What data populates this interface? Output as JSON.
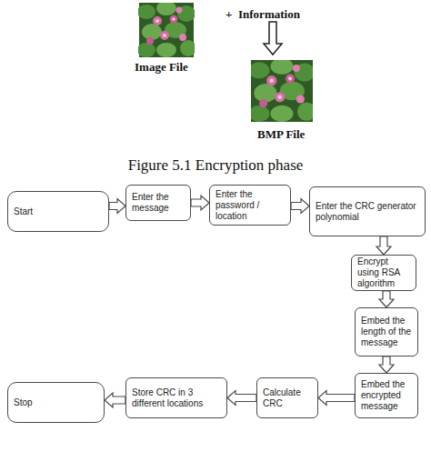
{
  "diagram": {
    "caption": "Figure 5.1 Encryption phase",
    "nodes": [
      {
        "text": [
          "Start"
        ]
      },
      {
        "text": [
          "Enter the message"
        ]
      },
      {
        "text": [
          "Enter the password / location"
        ]
      },
      {
        "text": [
          "Enter the CRC generator polynomial"
        ]
      },
      {
        "text": [
          "Encrypt using RSA algorithm"
        ]
      },
      {
        "text": [
          "Embed the length of the message"
        ]
      },
      {
        "text": [
          "Embed the encrypted message"
        ]
      },
      {
        "text": [
          "Calculate CRC"
        ]
      },
      {
        "text": [
          "Store CRC in 3 different locations"
        ]
      },
      {
        "text": [
          "Stop"
        ]
      }
    ],
    "edges": [
      {
        "from": 0,
        "to": 1,
        "arrow": "to"
      },
      {
        "from": 1,
        "to": 2,
        "arrow": "to"
      },
      {
        "from": 2,
        "to": 3,
        "arrow": "to"
      },
      {
        "from": 3,
        "to": 4,
        "arrow": "to"
      },
      {
        "from": 4,
        "to": 5,
        "arrow": "to"
      },
      {
        "from": 5,
        "to": 6,
        "arrow": "to"
      },
      {
        "from": 6,
        "to": 7,
        "arrow": "to"
      },
      {
        "from": 7,
        "to": 8,
        "arrow": "to"
      },
      {
        "from": 8,
        "to": 9,
        "arrow": "to"
      }
    ],
    "labels": [
      "Image File",
      "+",
      "Information",
      "BMP File"
    ]
  }
}
